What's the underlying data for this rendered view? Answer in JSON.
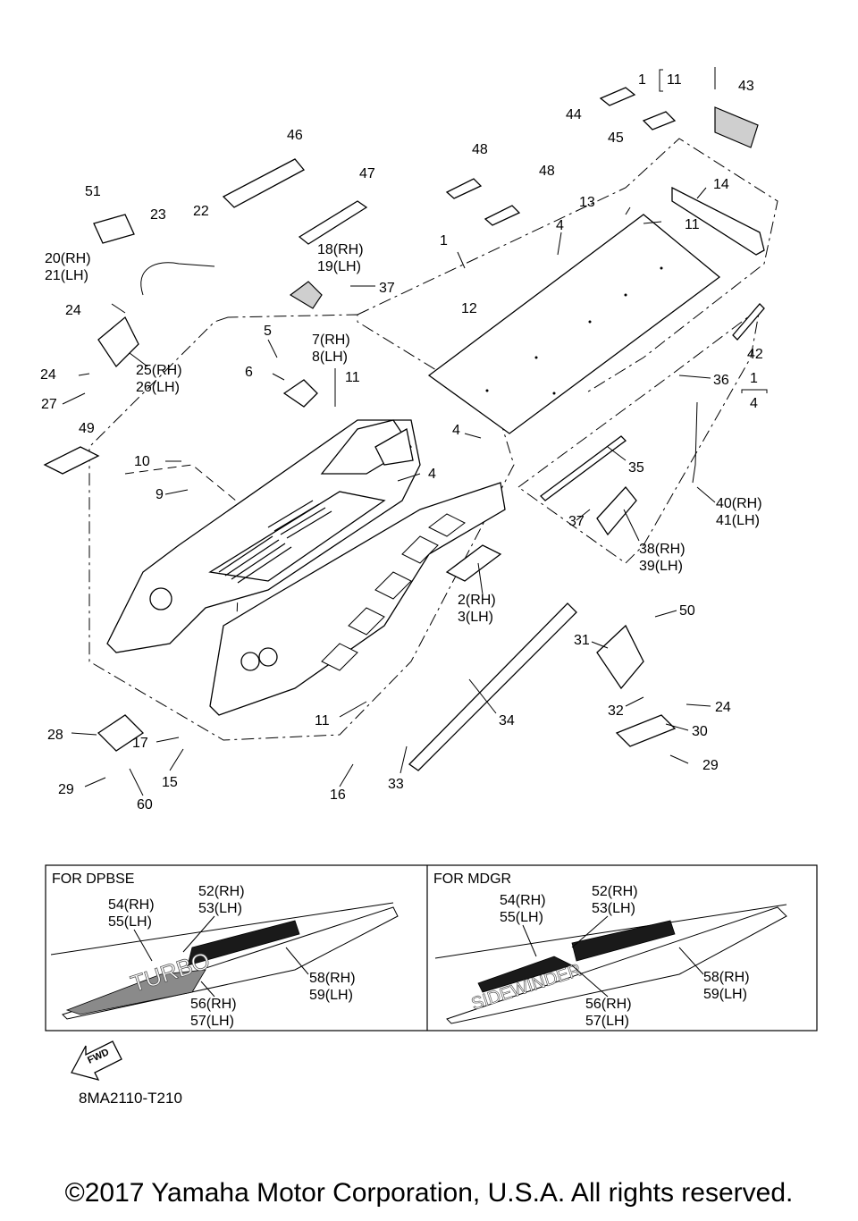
{
  "callouts": {
    "c1a": "1",
    "c11a": "11",
    "c43": "43",
    "c44": "44",
    "c45": "45",
    "c46": "46",
    "c47": "47",
    "c48a": "48",
    "c48b": "48",
    "c51": "51",
    "c23": "23",
    "c22": "22",
    "c14": "14",
    "c13": "13",
    "c11b": "11",
    "c4a": "4",
    "c1b": "1",
    "c20": "20(RH)",
    "c21": "21(LH)",
    "c18": "18(RH)",
    "c19": "19(LH)",
    "c37a": "37",
    "c24a": "24",
    "c12": "12",
    "c42": "42",
    "c5": "5",
    "c7": "7(RH)",
    "c8": "8(LH)",
    "c6": "6",
    "c11c": "11",
    "c24b": "24",
    "c25": "25(RH)",
    "c26": "26(LH)",
    "c27": "27",
    "c36": "36",
    "c1c": "1",
    "c4b": "4",
    "c49": "49",
    "c4c": "4",
    "c10": "10",
    "c9": "9",
    "c4d": "4",
    "c35": "35",
    "c37b": "37",
    "c40": "40(RH)",
    "c41": "41(LH)",
    "c38": "38(RH)",
    "c39": "39(LH)",
    "c2": "2(RH)",
    "c3": "3(LH)",
    "c50": "50",
    "c31": "31",
    "c24c": "24",
    "c32": "32",
    "c30": "30",
    "c34": "34",
    "c11d": "11",
    "c28": "28",
    "c17": "17",
    "c29a": "29",
    "c29b": "29",
    "c15": "15",
    "c60": "60",
    "c16": "16",
    "c33": "33"
  },
  "boxes": {
    "dpbse": {
      "title": "FOR DPBSE",
      "c54": "54(RH)",
      "c55": "55(LH)",
      "c52": "52(RH)",
      "c53": "53(LH)",
      "c58": "58(RH)",
      "c59": "59(LH)",
      "c56": "56(RH)",
      "c57": "57(LH)",
      "decal_text": "TURBO"
    },
    "mdgr": {
      "title": "FOR MDGR",
      "c54": "54(RH)",
      "c55": "55(LH)",
      "c52": "52(RH)",
      "c53": "53(LH)",
      "c58": "58(RH)",
      "c59": "59(LH)",
      "c56": "56(RH)",
      "c57": "57(LH)",
      "decal_text": "SIDEWINDER"
    }
  },
  "fwd_label": "FWD",
  "drawing_code": "8MA2110-T210",
  "copyright": "©2017 Yamaha Motor Corporation, U.S.A. All rights reserved."
}
